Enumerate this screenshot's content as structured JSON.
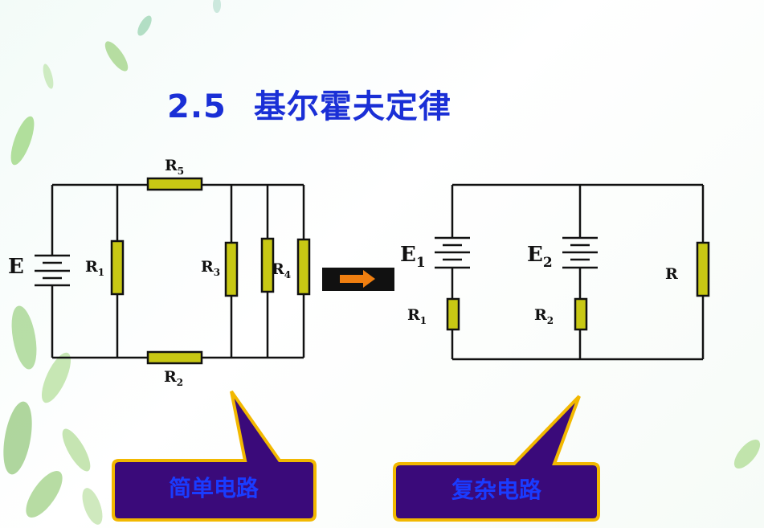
{
  "title": {
    "number": "2.5",
    "text": "基尔霍夫定律"
  },
  "left_circuit": {
    "source": "E",
    "resistors": [
      {
        "base": "R",
        "sub": "5"
      },
      {
        "base": "R",
        "sub": "1"
      },
      {
        "base": "R",
        "sub": "3"
      },
      {
        "base": "R",
        "sub": "4"
      },
      {
        "base": "R",
        "sub": "2"
      }
    ]
  },
  "right_circuit": {
    "sources": [
      {
        "base": "E",
        "sub": "1"
      },
      {
        "base": "E",
        "sub": "2"
      }
    ],
    "resistors": [
      {
        "base": "R",
        "sub": "1"
      },
      {
        "base": "R",
        "sub": "2"
      },
      {
        "base": "R",
        "sub": ""
      }
    ]
  },
  "callouts": {
    "simple": "简单电路",
    "complex": "复杂电路"
  },
  "colors": {
    "title": "#1a2fd6",
    "resistor_fill": "#c8c814",
    "callout_fill": "#3a0a7a",
    "callout_border": "#f2b800",
    "arrow": "#f07f10"
  }
}
